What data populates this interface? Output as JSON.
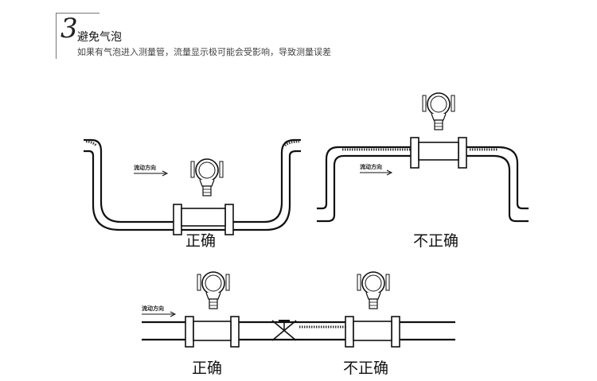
{
  "header": {
    "number": "3",
    "title": "避免气泡",
    "subtitle": "如果有气泡进入测量管，流量显示极可能会受影响，导致测量误差"
  },
  "diagrams": {
    "d1": {
      "flow_label": "流动方向",
      "verdict": "正确"
    },
    "d2": {
      "verdict": "不正确"
    },
    "d3": {
      "flow_label": "流动方向",
      "verdict_left": "正确",
      "verdict_right": "不正确"
    }
  }
}
